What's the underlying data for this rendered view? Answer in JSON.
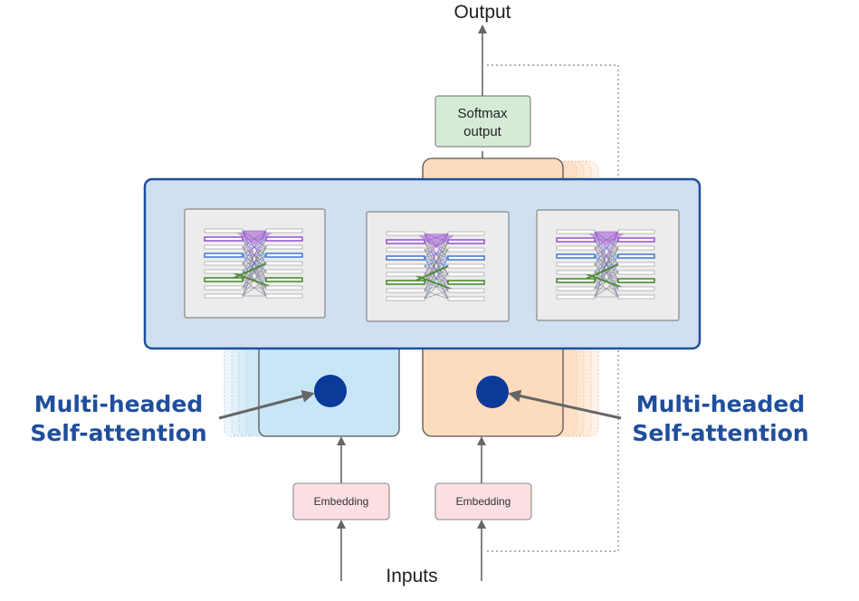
{
  "labels": {
    "output": "Output",
    "inputs": "Inputs",
    "softmax_line1": "Softmax",
    "softmax_line2": "output",
    "embedding_left": "Embedding",
    "embedding_right": "Embedding",
    "mha_left_line1": "Multi-headed",
    "mha_left_line2": "Self-attention",
    "mha_right_line1": "Multi-headed",
    "mha_right_line2": "Self-attention"
  },
  "colors": {
    "attention_panel_fill": "#cfe0f1",
    "attention_panel_border": "#1f4e9c",
    "encoder_fill": "#c9e6f7",
    "decoder_fill": "#fcdcbd",
    "softmax_fill": "#d5ebd6",
    "embedding_fill": "#fbdfe3",
    "node_fill": "#0c3a99",
    "label_blue": "#1f4e9c",
    "head_purple": "#9b59d0",
    "head_blue": "#4a7fd4",
    "head_green": "#4a8a35"
  },
  "icons": {
    "attention_heads": [
      "attention-head-icon",
      "attention-head-icon",
      "attention-head-icon"
    ],
    "nodes": [
      "node-dot-icon",
      "node-dot-icon"
    ]
  }
}
